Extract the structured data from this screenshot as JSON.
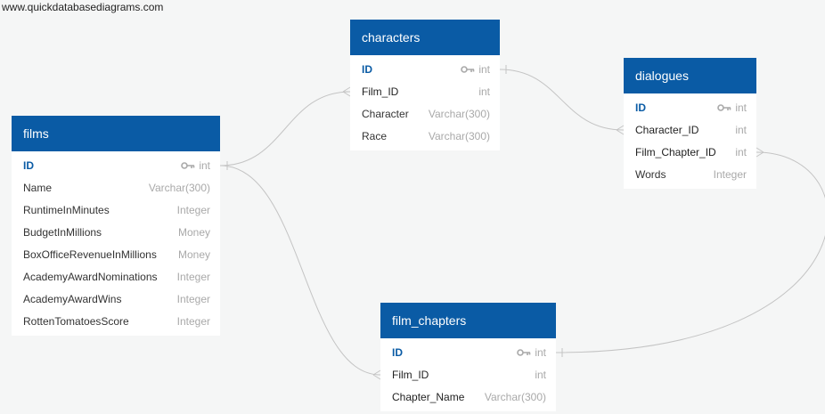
{
  "watermark": "www.quickdatabasediagrams.com",
  "tables": {
    "characters": {
      "name": "characters",
      "fields": [
        {
          "name": "ID",
          "type": "int"
        },
        {
          "name": "Film_ID",
          "type": "int"
        },
        {
          "name": "Character",
          "type": "Varchar(300)"
        },
        {
          "name": "Race",
          "type": "Varchar(300)"
        }
      ]
    },
    "dialogues": {
      "name": "dialogues",
      "fields": [
        {
          "name": "ID",
          "type": "int"
        },
        {
          "name": "Character_ID",
          "type": "int"
        },
        {
          "name": "Film_Chapter_ID",
          "type": "int"
        },
        {
          "name": "Words",
          "type": "Integer"
        }
      ]
    },
    "films": {
      "name": "films",
      "fields": [
        {
          "name": "ID",
          "type": "int"
        },
        {
          "name": "Name",
          "type": "Varchar(300)"
        },
        {
          "name": "RuntimeInMinutes",
          "type": "Integer"
        },
        {
          "name": "BudgetInMillions",
          "type": "Money"
        },
        {
          "name": "BoxOfficeRevenueInMillions",
          "type": "Money"
        },
        {
          "name": "AcademyAwardNominations",
          "type": "Integer"
        },
        {
          "name": "AcademyAwardWins",
          "type": "Integer"
        },
        {
          "name": "RottenTomatoesScore",
          "type": "Integer"
        }
      ]
    },
    "film_chapters": {
      "name": "film_chapters",
      "fields": [
        {
          "name": "ID",
          "type": "int"
        },
        {
          "name": "Film_ID",
          "type": "int"
        },
        {
          "name": "Chapter_Name",
          "type": "Varchar(300)"
        }
      ]
    }
  },
  "colors": {
    "header": "#0a5ba5",
    "background": "#f5f6f6",
    "line": "#c4c4c4",
    "type_text": "#a9a9a9"
  }
}
